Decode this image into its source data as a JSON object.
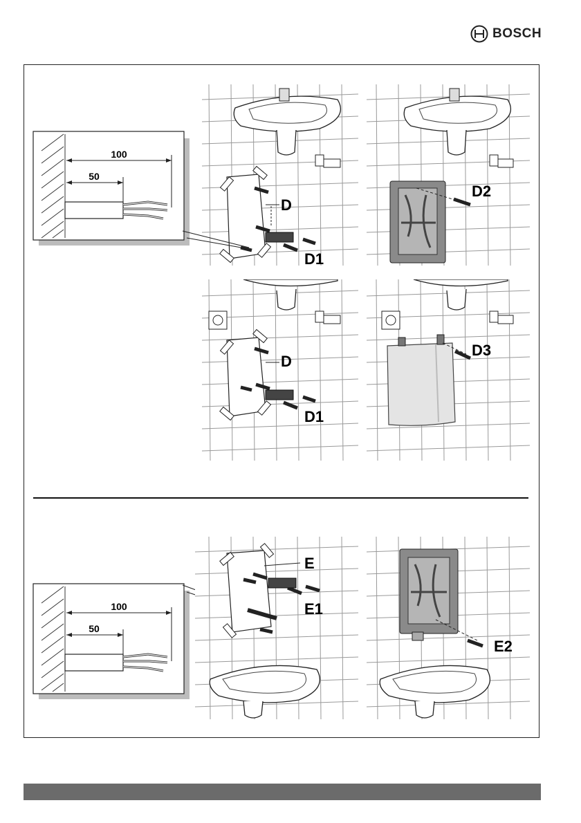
{
  "brand": {
    "name": "BOSCH"
  },
  "inset_top": {
    "dim_long": "100",
    "dim_short": "50"
  },
  "inset_bottom": {
    "dim_long": "100",
    "dim_short": "50"
  },
  "panel_d_top": {
    "label_main": "D",
    "label_sub": "D1"
  },
  "panel_d2": {
    "label": "D2"
  },
  "panel_d_bottom": {
    "label_main": "D",
    "label_sub": "D1"
  },
  "panel_d3": {
    "label": "D3"
  },
  "panel_e": {
    "label_main": "E",
    "label_sub": "E1"
  },
  "panel_e2": {
    "label": "E2"
  }
}
